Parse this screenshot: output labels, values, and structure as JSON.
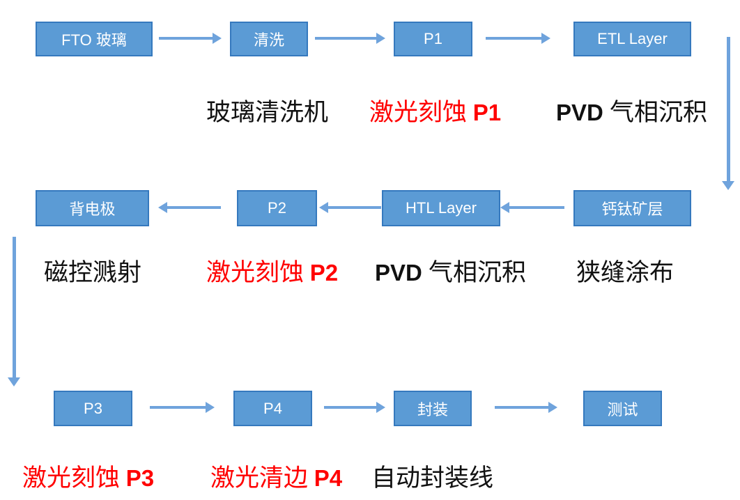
{
  "colors": {
    "background": "#ffffff",
    "box-fill": "#5B9BD5",
    "box-border": "#3579BE",
    "box-text": "#ffffff",
    "arrow": "#6FA3DC",
    "caption-black": "#111111",
    "caption-red": "#FF0000"
  },
  "flow": {
    "rows": [
      {
        "nodes": [
          {
            "label": "FTO 玻璃"
          },
          {
            "label": "清洗"
          },
          {
            "label": "P1"
          },
          {
            "label": "ETL Layer"
          }
        ],
        "captions": [
          {
            "cn": "玻璃清洗机",
            "color": "black"
          },
          {
            "cn": "激光刻蚀 ",
            "latin_suffix": "P1",
            "color": "red"
          },
          {
            "latin_prefix": "PVD ",
            "cn": "气相沉积",
            "color": "black"
          }
        ]
      },
      {
        "nodes": [
          {
            "label": "背电极"
          },
          {
            "label": "P2"
          },
          {
            "label": "HTL Layer"
          },
          {
            "label": "钙钛矿层"
          }
        ],
        "captions": [
          {
            "cn": "磁控溅射",
            "color": "black"
          },
          {
            "cn": "激光刻蚀 ",
            "latin_suffix": "P2",
            "color": "red"
          },
          {
            "latin_prefix": "PVD ",
            "cn": "气相沉积",
            "color": "black"
          },
          {
            "cn": "狭缝涂布",
            "color": "black"
          }
        ]
      },
      {
        "nodes": [
          {
            "label": "P3"
          },
          {
            "label": "P4"
          },
          {
            "label": "封装"
          },
          {
            "label": "测试"
          }
        ],
        "captions": [
          {
            "cn": "激光刻蚀 ",
            "latin_suffix": "P3",
            "color": "red"
          },
          {
            "cn": "激光清边 ",
            "latin_suffix": "P4",
            "color": "red"
          },
          {
            "cn": "自动封装线",
            "color": "black"
          }
        ]
      }
    ],
    "edges": [
      {
        "from": "FTO 玻璃",
        "to": "清洗"
      },
      {
        "from": "清洗",
        "to": "P1"
      },
      {
        "from": "P1",
        "to": "ETL Layer"
      },
      {
        "from": "ETL Layer",
        "to": "钙钛矿层"
      },
      {
        "from": "钙钛矿层",
        "to": "HTL Layer"
      },
      {
        "from": "HTL Layer",
        "to": "P2"
      },
      {
        "from": "P2",
        "to": "背电极"
      },
      {
        "from": "背电极",
        "to": "P3"
      },
      {
        "from": "P3",
        "to": "P4"
      },
      {
        "from": "P4",
        "to": "封装"
      },
      {
        "from": "封装",
        "to": "测试"
      }
    ]
  }
}
